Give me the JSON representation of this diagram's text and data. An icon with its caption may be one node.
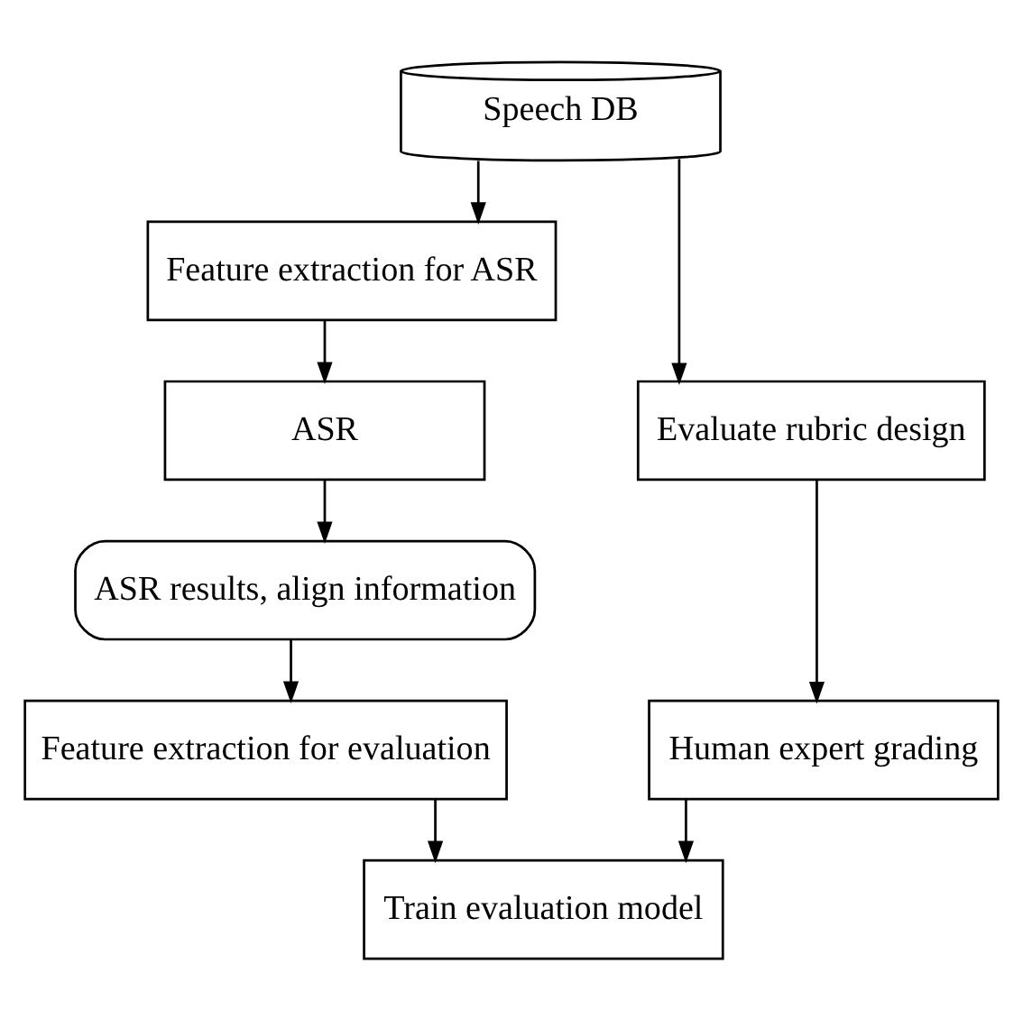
{
  "diagram": {
    "nodes": [
      {
        "text": [
          "Speech DB"
        ]
      },
      {
        "text": [
          "Feature extraction for ASR"
        ]
      },
      {
        "text": [
          "ASR"
        ]
      },
      {
        "text": [
          "ASR results, align information"
        ]
      },
      {
        "text": [
          "Feature extraction for evaluation"
        ]
      },
      {
        "text": [
          "Train evaluation model"
        ]
      },
      {
        "text": [
          "Evaluate rubric design"
        ]
      },
      {
        "text": [
          "Human expert grading"
        ]
      }
    ],
    "edges": [
      {
        "from": 0,
        "to": 1,
        "arrow": "to"
      },
      {
        "from": 0,
        "to": 6,
        "arrow": "to"
      },
      {
        "from": 1,
        "to": 2,
        "arrow": "to"
      },
      {
        "from": 2,
        "to": 3,
        "arrow": "to"
      },
      {
        "from": 3,
        "to": 4,
        "arrow": "to"
      },
      {
        "from": 4,
        "to": 5,
        "arrow": "to"
      },
      {
        "from": 6,
        "to": 7,
        "arrow": "to"
      },
      {
        "from": 7,
        "to": 5,
        "arrow": "to"
      }
    ]
  }
}
